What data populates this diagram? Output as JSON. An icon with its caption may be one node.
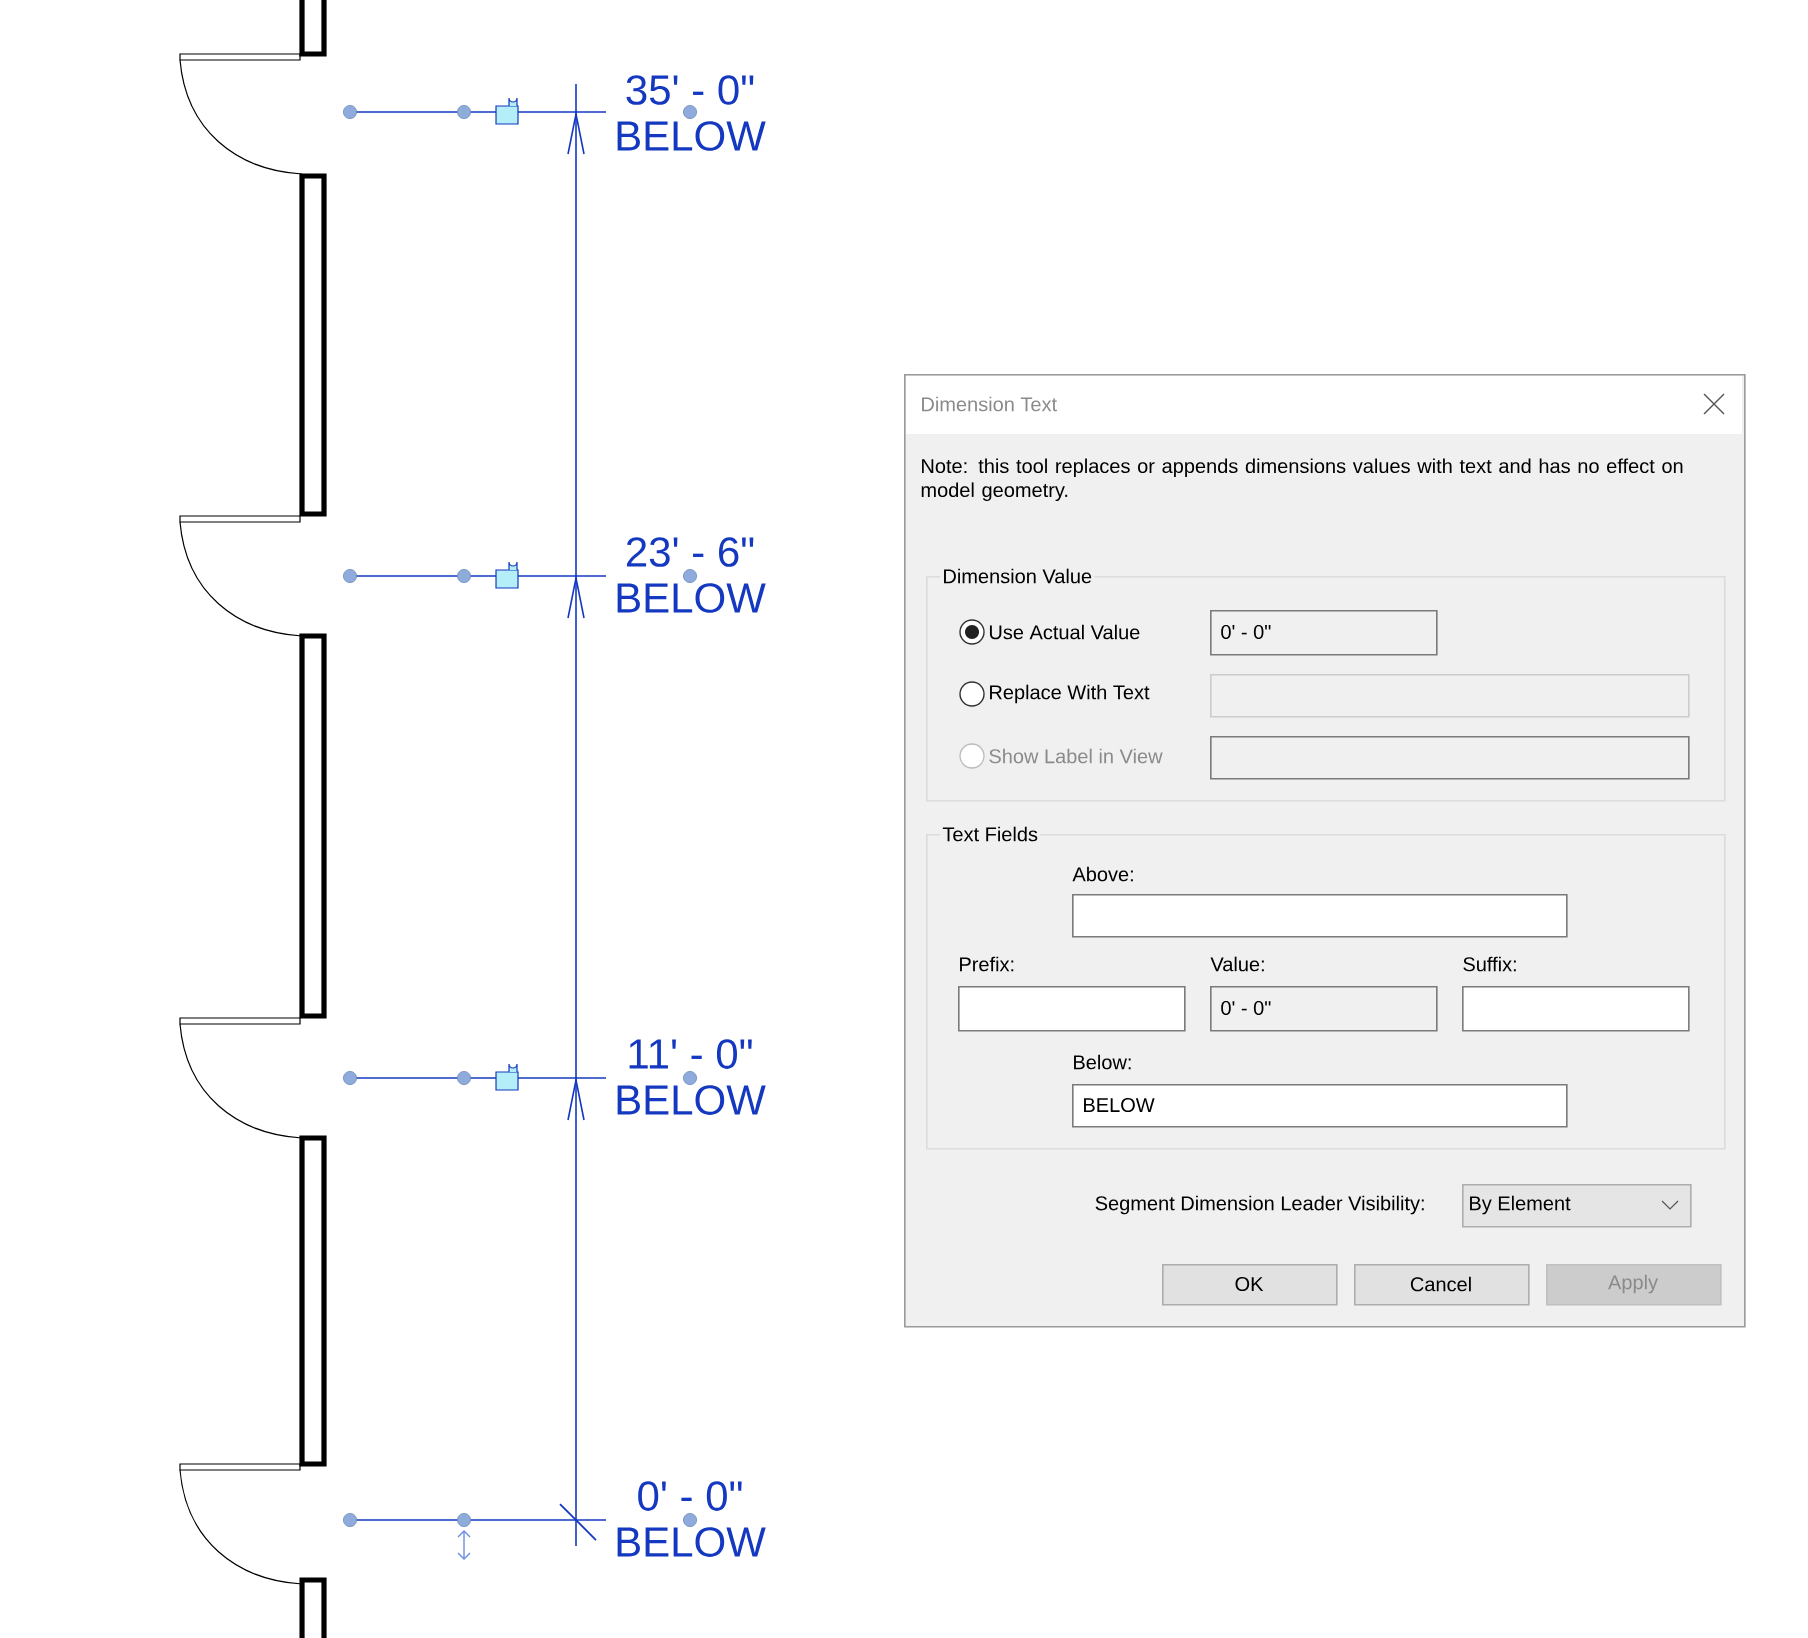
{
  "diagram": {
    "nodes": [
      {
        "text": [
          "Dimension Text",
          "Note: this tool replaces or appends dimensions values with text and has no effect on model geometry."
        ]
      },
      {
        "text": [
          "Dimension Value"
        ],
        "in": 0
      },
      {
        "text": [
          "Use Actual Value"
        ],
        "in": 1
      },
      {
        "text": [
          "0' - 0\""
        ],
        "in": 1
      },
      {
        "text": [
          "Replace With Text"
        ],
        "in": 1
      },
      {
        "text": [],
        "shape": "box",
        "in": 1
      },
      {
        "text": [
          "Show Label in View"
        ],
        "in": 1
      },
      {
        "text": [],
        "shape": "box",
        "in": 1
      },
      {
        "text": [
          "Text Fields"
        ],
        "in": 0
      },
      {
        "text": [
          "Above:"
        ],
        "in": 8
      },
      {
        "text": [
          "Prefix:"
        ],
        "in": 8
      },
      {
        "text": [
          "Value:",
          "0' - 0\""
        ],
        "in": 8
      },
      {
        "text": [
          "Suffix:"
        ],
        "in": 8
      },
      {
        "text": [
          "Below:",
          "BELOW"
        ],
        "in": 8
      },
      {
        "text": [
          "By Element"
        ],
        "in": 0,
        "beside": [
          "Segment Dimension Leader Visibility:"
        ]
      },
      {
        "text": [
          "OK"
        ],
        "in": 0
      },
      {
        "text": [
          "Cancel"
        ],
        "in": 0
      },
      {
        "text": [
          "Apply"
        ],
        "in": 0
      }
    ],
    "labels": [
      "35' - 0\"",
      "BELOW",
      "23' - 6\"",
      "BELOW",
      "11' - 0\"",
      "BELOW",
      "0' - 0\"",
      "BELOW"
    ]
  }
}
